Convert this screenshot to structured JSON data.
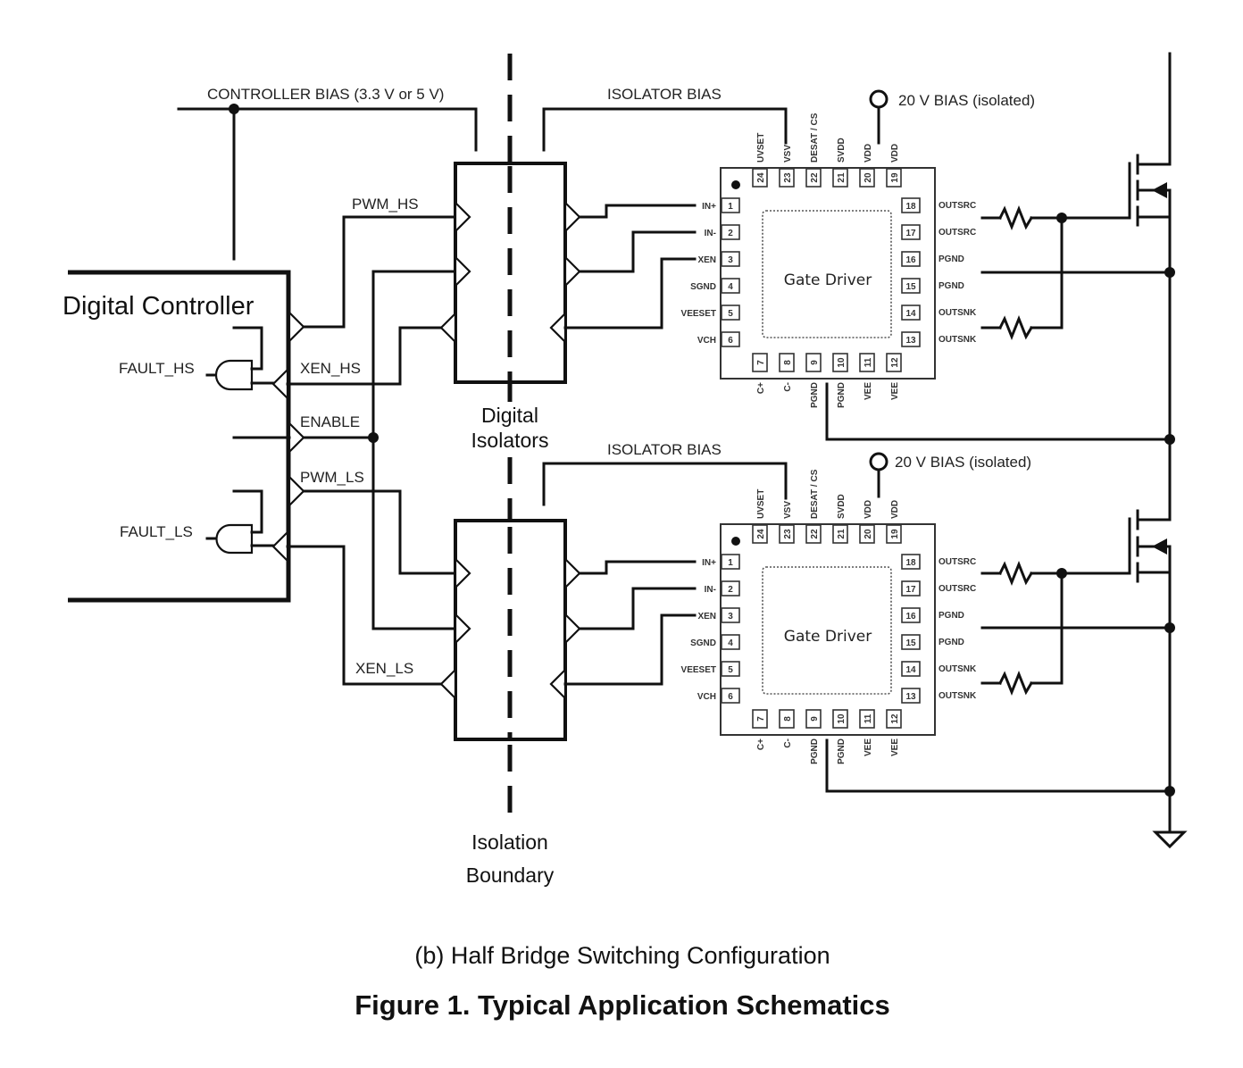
{
  "figure": {
    "subcaption": "(b) Half Bridge Switching Configuration",
    "caption": "Figure 1. Typical Application Schematics"
  },
  "labels": {
    "controller_bias": "CONTROLLER BIAS (3.3 V or 5 V)",
    "isolator_bias_top": "ISOLATOR BIAS",
    "isolator_bias_bottom": "ISOLATOR BIAS",
    "bias_20v_top": "20 V BIAS (isolated)",
    "bias_20v_bottom": "20 V BIAS (isolated)",
    "digital_controller": "Digital Controller",
    "digital_isolators_line1": "Digital",
    "digital_isolators_line2": "Isolators",
    "isolation_boundary_line1": "Isolation",
    "isolation_boundary_line2": "Boundary",
    "pwm_hs": "PWM_HS",
    "xen_hs": "XEN_HS",
    "enable": "ENABLE",
    "pwm_ls": "PWM_LS",
    "xen_ls": "XEN_LS",
    "fault_hs": "FAULT_HS",
    "fault_ls": "FAULT_LS"
  },
  "gate_driver": {
    "title": "Gate Driver",
    "pins_left": [
      {
        "num": "1",
        "name": "IN+"
      },
      {
        "num": "2",
        "name": "IN-"
      },
      {
        "num": "3",
        "name": "XEN"
      },
      {
        "num": "4",
        "name": "SGND"
      },
      {
        "num": "5",
        "name": "VEESET"
      },
      {
        "num": "6",
        "name": "VCH"
      }
    ],
    "pins_right": [
      {
        "num": "18",
        "name": "OUTSRC"
      },
      {
        "num": "17",
        "name": "OUTSRC"
      },
      {
        "num": "16",
        "name": "PGND"
      },
      {
        "num": "15",
        "name": "PGND"
      },
      {
        "num": "14",
        "name": "OUTSNK"
      },
      {
        "num": "13",
        "name": "OUTSNK"
      }
    ],
    "pins_top": [
      {
        "num": "24",
        "name": "UVSET"
      },
      {
        "num": "23",
        "name": "VSV"
      },
      {
        "num": "22",
        "name": "DESAT / CS"
      },
      {
        "num": "21",
        "name": "SVDD"
      },
      {
        "num": "20",
        "name": "VDD"
      },
      {
        "num": "19",
        "name": "VDD"
      }
    ],
    "pins_bottom": [
      {
        "num": "7",
        "name": "C+"
      },
      {
        "num": "8",
        "name": "C-"
      },
      {
        "num": "9",
        "name": "PGND"
      },
      {
        "num": "10",
        "name": "PGND"
      },
      {
        "num": "11",
        "name": "VEE"
      },
      {
        "num": "12",
        "name": "VEE"
      }
    ]
  }
}
